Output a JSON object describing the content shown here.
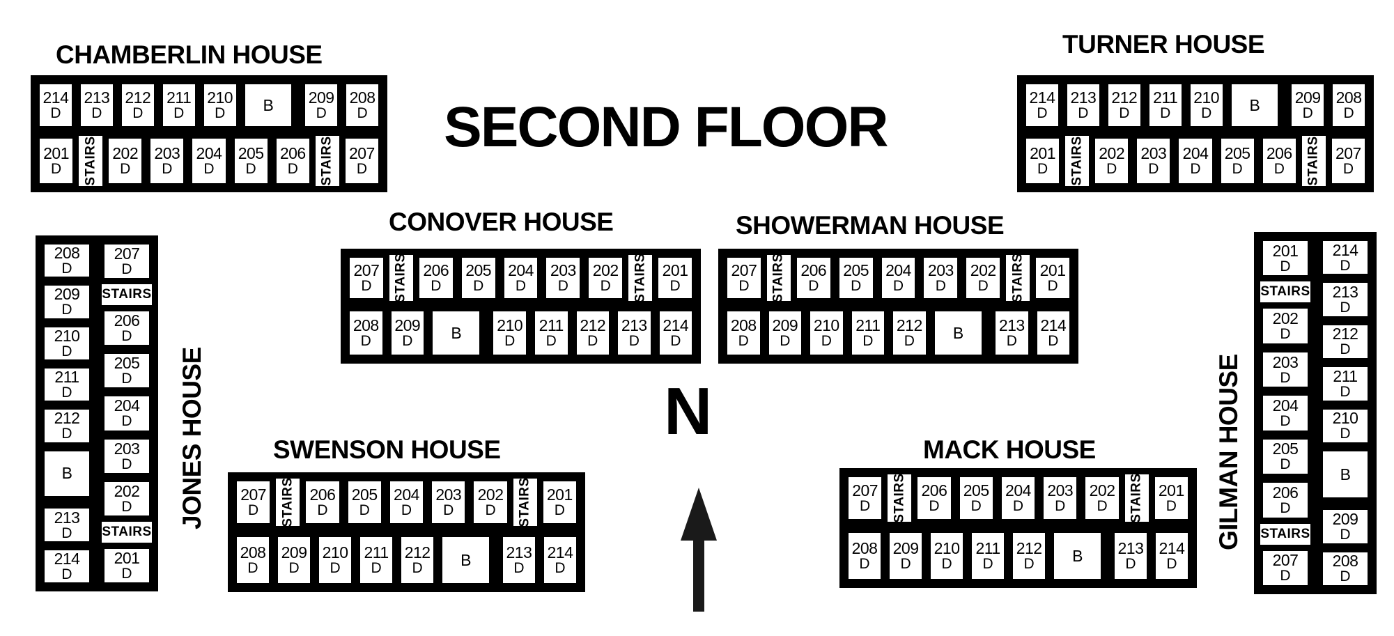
{
  "map": {
    "title": "SECOND FLOOR",
    "compass": {
      "label": "N",
      "icon": "north-arrow-icon"
    },
    "room_suffix": "D",
    "stairs_label": "STAIRS",
    "bathroom_label": "B",
    "colors": {
      "ink": "#000000",
      "paper": "#ffffff"
    }
  },
  "houses": {
    "chamberlin": {
      "name": "CHAMBERLIN HOUSE",
      "orientation": "horizontal",
      "top_row": [
        {
          "type": "room",
          "num": "214",
          "sub": "D"
        },
        {
          "type": "room",
          "num": "213",
          "sub": "D"
        },
        {
          "type": "room",
          "num": "212",
          "sub": "D"
        },
        {
          "type": "room",
          "num": "211",
          "sub": "D"
        },
        {
          "type": "room",
          "num": "210",
          "sub": "D"
        },
        {
          "type": "bath",
          "num": "B",
          "sub": ""
        },
        {
          "type": "room",
          "num": "209",
          "sub": "D"
        },
        {
          "type": "room",
          "num": "208",
          "sub": "D"
        }
      ],
      "bottom_row": [
        {
          "type": "room",
          "num": "201",
          "sub": "D"
        },
        {
          "type": "stairs",
          "num": "STAIRS",
          "sub": ""
        },
        {
          "type": "room",
          "num": "202",
          "sub": "D"
        },
        {
          "type": "room",
          "num": "203",
          "sub": "D"
        },
        {
          "type": "room",
          "num": "204",
          "sub": "D"
        },
        {
          "type": "room",
          "num": "205",
          "sub": "D"
        },
        {
          "type": "room",
          "num": "206",
          "sub": "D"
        },
        {
          "type": "stairs",
          "num": "STAIRS",
          "sub": ""
        },
        {
          "type": "room",
          "num": "207",
          "sub": "D"
        }
      ]
    },
    "turner": {
      "name": "TURNER HOUSE",
      "orientation": "horizontal",
      "top_row": [
        {
          "type": "room",
          "num": "214",
          "sub": "D"
        },
        {
          "type": "room",
          "num": "213",
          "sub": "D"
        },
        {
          "type": "room",
          "num": "212",
          "sub": "D"
        },
        {
          "type": "room",
          "num": "211",
          "sub": "D"
        },
        {
          "type": "room",
          "num": "210",
          "sub": "D"
        },
        {
          "type": "bath",
          "num": "B",
          "sub": ""
        },
        {
          "type": "room",
          "num": "209",
          "sub": "D"
        },
        {
          "type": "room",
          "num": "208",
          "sub": "D"
        }
      ],
      "bottom_row": [
        {
          "type": "room",
          "num": "201",
          "sub": "D"
        },
        {
          "type": "stairs",
          "num": "STAIRS",
          "sub": ""
        },
        {
          "type": "room",
          "num": "202",
          "sub": "D"
        },
        {
          "type": "room",
          "num": "203",
          "sub": "D"
        },
        {
          "type": "room",
          "num": "204",
          "sub": "D"
        },
        {
          "type": "room",
          "num": "205",
          "sub": "D"
        },
        {
          "type": "room",
          "num": "206",
          "sub": "D"
        },
        {
          "type": "stairs",
          "num": "STAIRS",
          "sub": ""
        },
        {
          "type": "room",
          "num": "207",
          "sub": "D"
        }
      ]
    },
    "conover": {
      "name": "CONOVER HOUSE",
      "orientation": "horizontal",
      "top_row": [
        {
          "type": "room",
          "num": "207",
          "sub": "D"
        },
        {
          "type": "stairs",
          "num": "STAIRS",
          "sub": ""
        },
        {
          "type": "room",
          "num": "206",
          "sub": "D"
        },
        {
          "type": "room",
          "num": "205",
          "sub": "D"
        },
        {
          "type": "room",
          "num": "204",
          "sub": "D"
        },
        {
          "type": "room",
          "num": "203",
          "sub": "D"
        },
        {
          "type": "room",
          "num": "202",
          "sub": "D"
        },
        {
          "type": "stairs",
          "num": "STAIRS",
          "sub": ""
        },
        {
          "type": "room",
          "num": "201",
          "sub": "D"
        }
      ],
      "bottom_row": [
        {
          "type": "room",
          "num": "208",
          "sub": "D"
        },
        {
          "type": "room",
          "num": "209",
          "sub": "D"
        },
        {
          "type": "bath",
          "num": "B",
          "sub": ""
        },
        {
          "type": "room",
          "num": "210",
          "sub": "D"
        },
        {
          "type": "room",
          "num": "211",
          "sub": "D"
        },
        {
          "type": "room",
          "num": "212",
          "sub": "D"
        },
        {
          "type": "room",
          "num": "213",
          "sub": "D"
        },
        {
          "type": "room",
          "num": "214",
          "sub": "D"
        }
      ]
    },
    "showerman": {
      "name": "SHOWERMAN HOUSE",
      "orientation": "horizontal",
      "top_row": [
        {
          "type": "room",
          "num": "207",
          "sub": "D"
        },
        {
          "type": "stairs",
          "num": "STAIRS",
          "sub": ""
        },
        {
          "type": "room",
          "num": "206",
          "sub": "D"
        },
        {
          "type": "room",
          "num": "205",
          "sub": "D"
        },
        {
          "type": "room",
          "num": "204",
          "sub": "D"
        },
        {
          "type": "room",
          "num": "203",
          "sub": "D"
        },
        {
          "type": "room",
          "num": "202",
          "sub": "D"
        },
        {
          "type": "stairs",
          "num": "STAIRS",
          "sub": ""
        },
        {
          "type": "room",
          "num": "201",
          "sub": "D"
        }
      ],
      "bottom_row": [
        {
          "type": "room",
          "num": "208",
          "sub": "D"
        },
        {
          "type": "room",
          "num": "209",
          "sub": "D"
        },
        {
          "type": "room",
          "num": "210",
          "sub": "D"
        },
        {
          "type": "room",
          "num": "211",
          "sub": "D"
        },
        {
          "type": "room",
          "num": "212",
          "sub": "D"
        },
        {
          "type": "bath",
          "num": "B",
          "sub": ""
        },
        {
          "type": "room",
          "num": "213",
          "sub": "D"
        },
        {
          "type": "room",
          "num": "214",
          "sub": "D"
        }
      ]
    },
    "swenson": {
      "name": "SWENSON HOUSE",
      "orientation": "horizontal",
      "top_row": [
        {
          "type": "room",
          "num": "207",
          "sub": "D"
        },
        {
          "type": "stairs",
          "num": "STAIRS",
          "sub": ""
        },
        {
          "type": "room",
          "num": "206",
          "sub": "D"
        },
        {
          "type": "room",
          "num": "205",
          "sub": "D"
        },
        {
          "type": "room",
          "num": "204",
          "sub": "D"
        },
        {
          "type": "room",
          "num": "203",
          "sub": "D"
        },
        {
          "type": "room",
          "num": "202",
          "sub": "D"
        },
        {
          "type": "stairs",
          "num": "STAIRS",
          "sub": ""
        },
        {
          "type": "room",
          "num": "201",
          "sub": "D"
        }
      ],
      "bottom_row": [
        {
          "type": "room",
          "num": "208",
          "sub": "D"
        },
        {
          "type": "room",
          "num": "209",
          "sub": "D"
        },
        {
          "type": "room",
          "num": "210",
          "sub": "D"
        },
        {
          "type": "room",
          "num": "211",
          "sub": "D"
        },
        {
          "type": "room",
          "num": "212",
          "sub": "D"
        },
        {
          "type": "bath",
          "num": "B",
          "sub": ""
        },
        {
          "type": "room",
          "num": "213",
          "sub": "D"
        },
        {
          "type": "room",
          "num": "214",
          "sub": "D"
        }
      ]
    },
    "mack": {
      "name": "MACK HOUSE",
      "orientation": "horizontal",
      "top_row": [
        {
          "type": "room",
          "num": "207",
          "sub": "D"
        },
        {
          "type": "stairs",
          "num": "STAIRS",
          "sub": ""
        },
        {
          "type": "room",
          "num": "206",
          "sub": "D"
        },
        {
          "type": "room",
          "num": "205",
          "sub": "D"
        },
        {
          "type": "room",
          "num": "204",
          "sub": "D"
        },
        {
          "type": "room",
          "num": "203",
          "sub": "D"
        },
        {
          "type": "room",
          "num": "202",
          "sub": "D"
        },
        {
          "type": "stairs",
          "num": "STAIRS",
          "sub": ""
        },
        {
          "type": "room",
          "num": "201",
          "sub": "D"
        }
      ],
      "bottom_row": [
        {
          "type": "room",
          "num": "208",
          "sub": "D"
        },
        {
          "type": "room",
          "num": "209",
          "sub": "D"
        },
        {
          "type": "room",
          "num": "210",
          "sub": "D"
        },
        {
          "type": "room",
          "num": "211",
          "sub": "D"
        },
        {
          "type": "room",
          "num": "212",
          "sub": "D"
        },
        {
          "type": "bath",
          "num": "B",
          "sub": ""
        },
        {
          "type": "room",
          "num": "213",
          "sub": "D"
        },
        {
          "type": "room",
          "num": "214",
          "sub": "D"
        }
      ]
    },
    "jones": {
      "name": "JONES HOUSE",
      "orientation": "vertical",
      "left_col": [
        {
          "type": "room",
          "num": "208",
          "sub": "D"
        },
        {
          "type": "room",
          "num": "209",
          "sub": "D"
        },
        {
          "type": "room",
          "num": "210",
          "sub": "D"
        },
        {
          "type": "room",
          "num": "211",
          "sub": "D"
        },
        {
          "type": "room",
          "num": "212",
          "sub": "D"
        },
        {
          "type": "bath",
          "num": "B",
          "sub": ""
        },
        {
          "type": "room",
          "num": "213",
          "sub": "D"
        },
        {
          "type": "room",
          "num": "214",
          "sub": "D"
        }
      ],
      "right_col": [
        {
          "type": "room",
          "num": "207",
          "sub": "D"
        },
        {
          "type": "stairs",
          "num": "STAIRS",
          "sub": ""
        },
        {
          "type": "room",
          "num": "206",
          "sub": "D"
        },
        {
          "type": "room",
          "num": "205",
          "sub": "D"
        },
        {
          "type": "room",
          "num": "204",
          "sub": "D"
        },
        {
          "type": "room",
          "num": "203",
          "sub": "D"
        },
        {
          "type": "room",
          "num": "202",
          "sub": "D"
        },
        {
          "type": "stairs",
          "num": "STAIRS",
          "sub": ""
        },
        {
          "type": "room",
          "num": "201",
          "sub": "D"
        }
      ]
    },
    "gilman": {
      "name": "GILMAN HOUSE",
      "orientation": "vertical",
      "left_col": [
        {
          "type": "room",
          "num": "201",
          "sub": "D"
        },
        {
          "type": "stairs",
          "num": "STAIRS",
          "sub": ""
        },
        {
          "type": "room",
          "num": "202",
          "sub": "D"
        },
        {
          "type": "room",
          "num": "203",
          "sub": "D"
        },
        {
          "type": "room",
          "num": "204",
          "sub": "D"
        },
        {
          "type": "room",
          "num": "205",
          "sub": "D"
        },
        {
          "type": "room",
          "num": "206",
          "sub": "D"
        },
        {
          "type": "stairs",
          "num": "STAIRS",
          "sub": ""
        },
        {
          "type": "room",
          "num": "207",
          "sub": "D"
        }
      ],
      "right_col": [
        {
          "type": "room",
          "num": "214",
          "sub": "D"
        },
        {
          "type": "room",
          "num": "213",
          "sub": "D"
        },
        {
          "type": "room",
          "num": "212",
          "sub": "D"
        },
        {
          "type": "room",
          "num": "211",
          "sub": "D"
        },
        {
          "type": "room",
          "num": "210",
          "sub": "D"
        },
        {
          "type": "bath",
          "num": "B",
          "sub": ""
        },
        {
          "type": "room",
          "num": "209",
          "sub": "D"
        },
        {
          "type": "room",
          "num": "208",
          "sub": "D"
        }
      ]
    }
  }
}
